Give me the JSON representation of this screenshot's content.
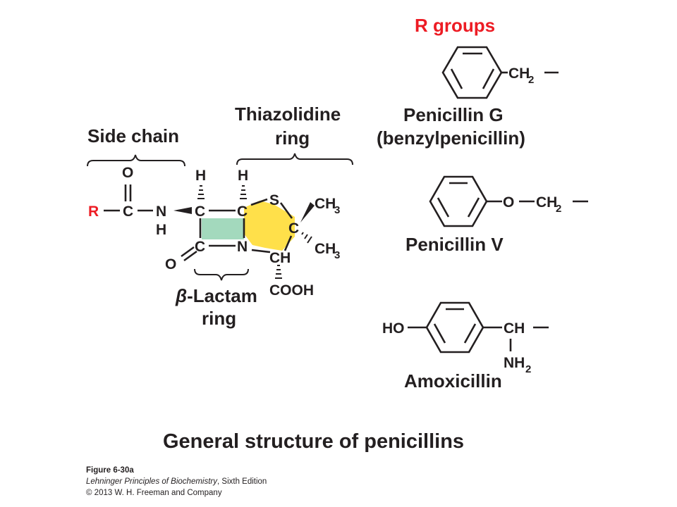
{
  "colors": {
    "r_group_red": "#ed1c24",
    "lactam_ring_fill": "#a3d9bd",
    "thiazolidine_ring_fill": "#ffe04a",
    "ink": "#231f20"
  },
  "labels": {
    "r_groups_heading": "R groups",
    "side_chain": "Side chain",
    "thiazolidine_line1": "Thiazolidine",
    "thiazolidine_line2": "ring",
    "beta_symbol": "β",
    "lactam_line1": "-Lactam",
    "lactam_line2": "ring",
    "main_title": "General structure of penicillins"
  },
  "core_atoms": {
    "r": "R",
    "o": "O",
    "c": "C",
    "n": "N",
    "h": "H",
    "s": "S",
    "ch": "CH",
    "ch3": "CH",
    "sub3": "3",
    "cooh": "COOH"
  },
  "compounds": {
    "penicillin_g": {
      "group": "CH",
      "group_sub": "2",
      "name_line1": "Penicillin G",
      "name_line2": "(benzylpenicillin)"
    },
    "penicillin_v": {
      "oxygen": "O",
      "group": "CH",
      "group_sub": "2",
      "name": "Penicillin V"
    },
    "amoxicillin": {
      "hydroxy": "HO",
      "group": "CH",
      "amine": "NH",
      "amine_sub": "2",
      "name": "Amoxicillin"
    }
  },
  "caption": {
    "figure_number": "Figure 6-30a",
    "book_title": "Lehninger Principles of Biochemistry",
    "edition": ", Sixth Edition",
    "copyright": "© 2013 W. H. Freeman and Company"
  }
}
